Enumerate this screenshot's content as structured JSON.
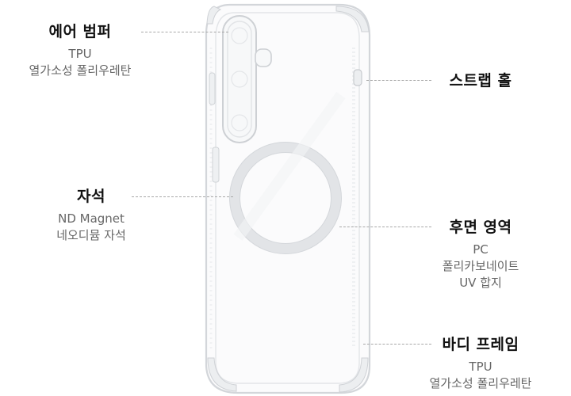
{
  "callouts": {
    "air_bumper": {
      "title": "에어 범퍼",
      "lines": [
        "TPU",
        "열가소성 폴리우레탄"
      ]
    },
    "strap_hole": {
      "title": "스트랩 홀"
    },
    "magnet": {
      "title": "자석",
      "lines": [
        "ND Magnet",
        "네오디뮴 자석"
      ]
    },
    "back_area": {
      "title": "후면 영역",
      "lines": [
        "PC",
        "폴리카보네이트",
        "UV 합지"
      ]
    },
    "body_frame": {
      "title": "바디 프레임",
      "lines": [
        "TPU",
        "열가소성 폴리우레탄"
      ]
    }
  },
  "colors": {
    "text": "#111111",
    "subtext": "#666666",
    "leader": "#a8a8a8",
    "case_edge": "#d6d9dd"
  },
  "icons": [
    "clear-case-illustration",
    "magnet-ring",
    "camera-cutout"
  ]
}
